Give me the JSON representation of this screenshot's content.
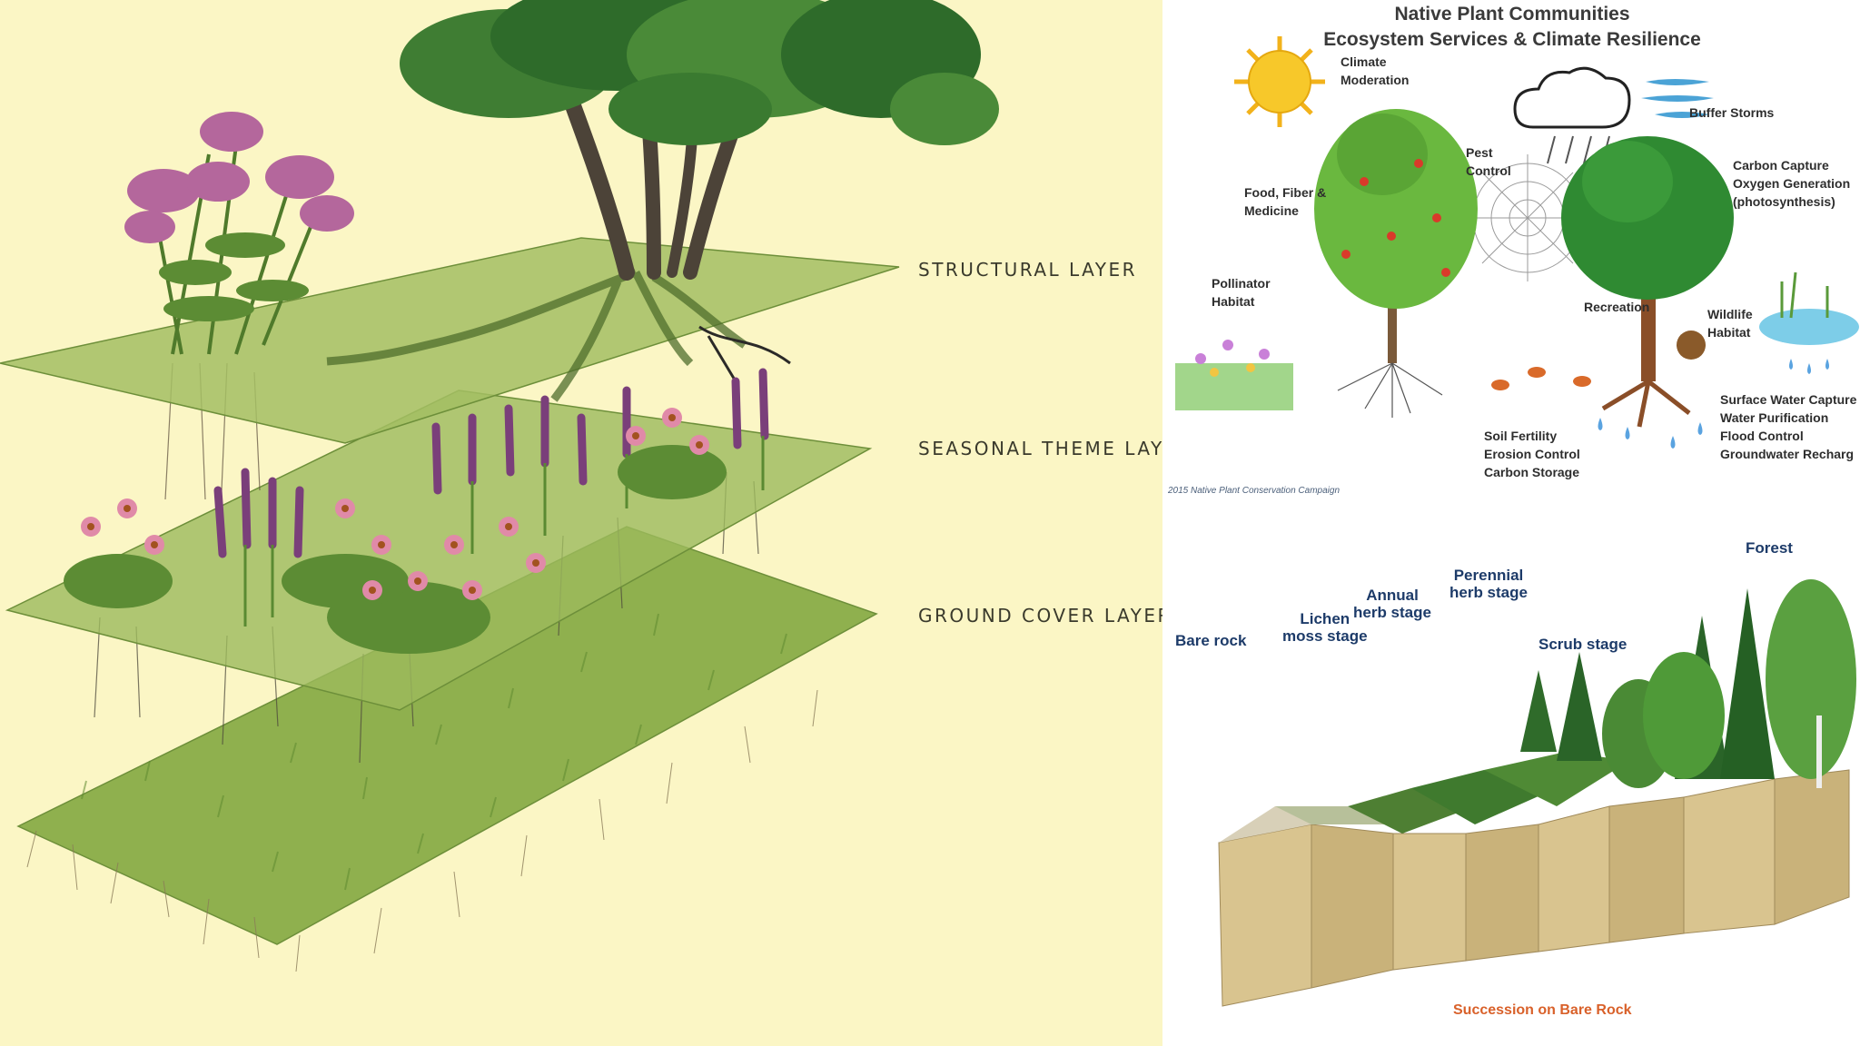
{
  "layers_diagram": {
    "labels": [
      "STRUCTURAL LAYER",
      "SEASONAL THEME LAYE",
      "GROUND COVER LAYER"
    ],
    "colors": {
      "background": "#fbf6c5",
      "plane": "#8fae5a",
      "tree": "#2e6b2a"
    }
  },
  "services_diagram": {
    "title_line1": "Native Plant Communities",
    "title_line2": "Ecosystem Services & Climate Resilience",
    "labels": {
      "climate": "Climate\nModeration",
      "storms": "Buffer Storms",
      "pest": "Pest\nControl",
      "carbon": "Carbon Capture\nOxygen Generation\n(photosynthesis)",
      "food": "Food, Fiber &\nMedicine",
      "pollinator": "Pollinator\nHabitat",
      "recreation": "Recreation",
      "wildlife": "Wildlife\nHabitat",
      "water": "Surface Water Capture\nWater Purification\nFlood Control\nGroundwater Recharg",
      "soil": "Soil Fertility\nErosion Control\nCarbon Storage"
    },
    "credit": "2015 Native Plant Conservation Campaign"
  },
  "succession_diagram": {
    "stages": {
      "bare_rock": "Bare rock",
      "lichen": "Lichen\nmoss stage",
      "annual": "Annual\nherb stage",
      "perennial": "Perennial\nherb stage",
      "scrub": "Scrub stage",
      "forest": "Forest"
    },
    "caption": "Succession on Bare Rock",
    "colors": {
      "label": "#1d3b69",
      "caption": "#d9612a"
    }
  }
}
